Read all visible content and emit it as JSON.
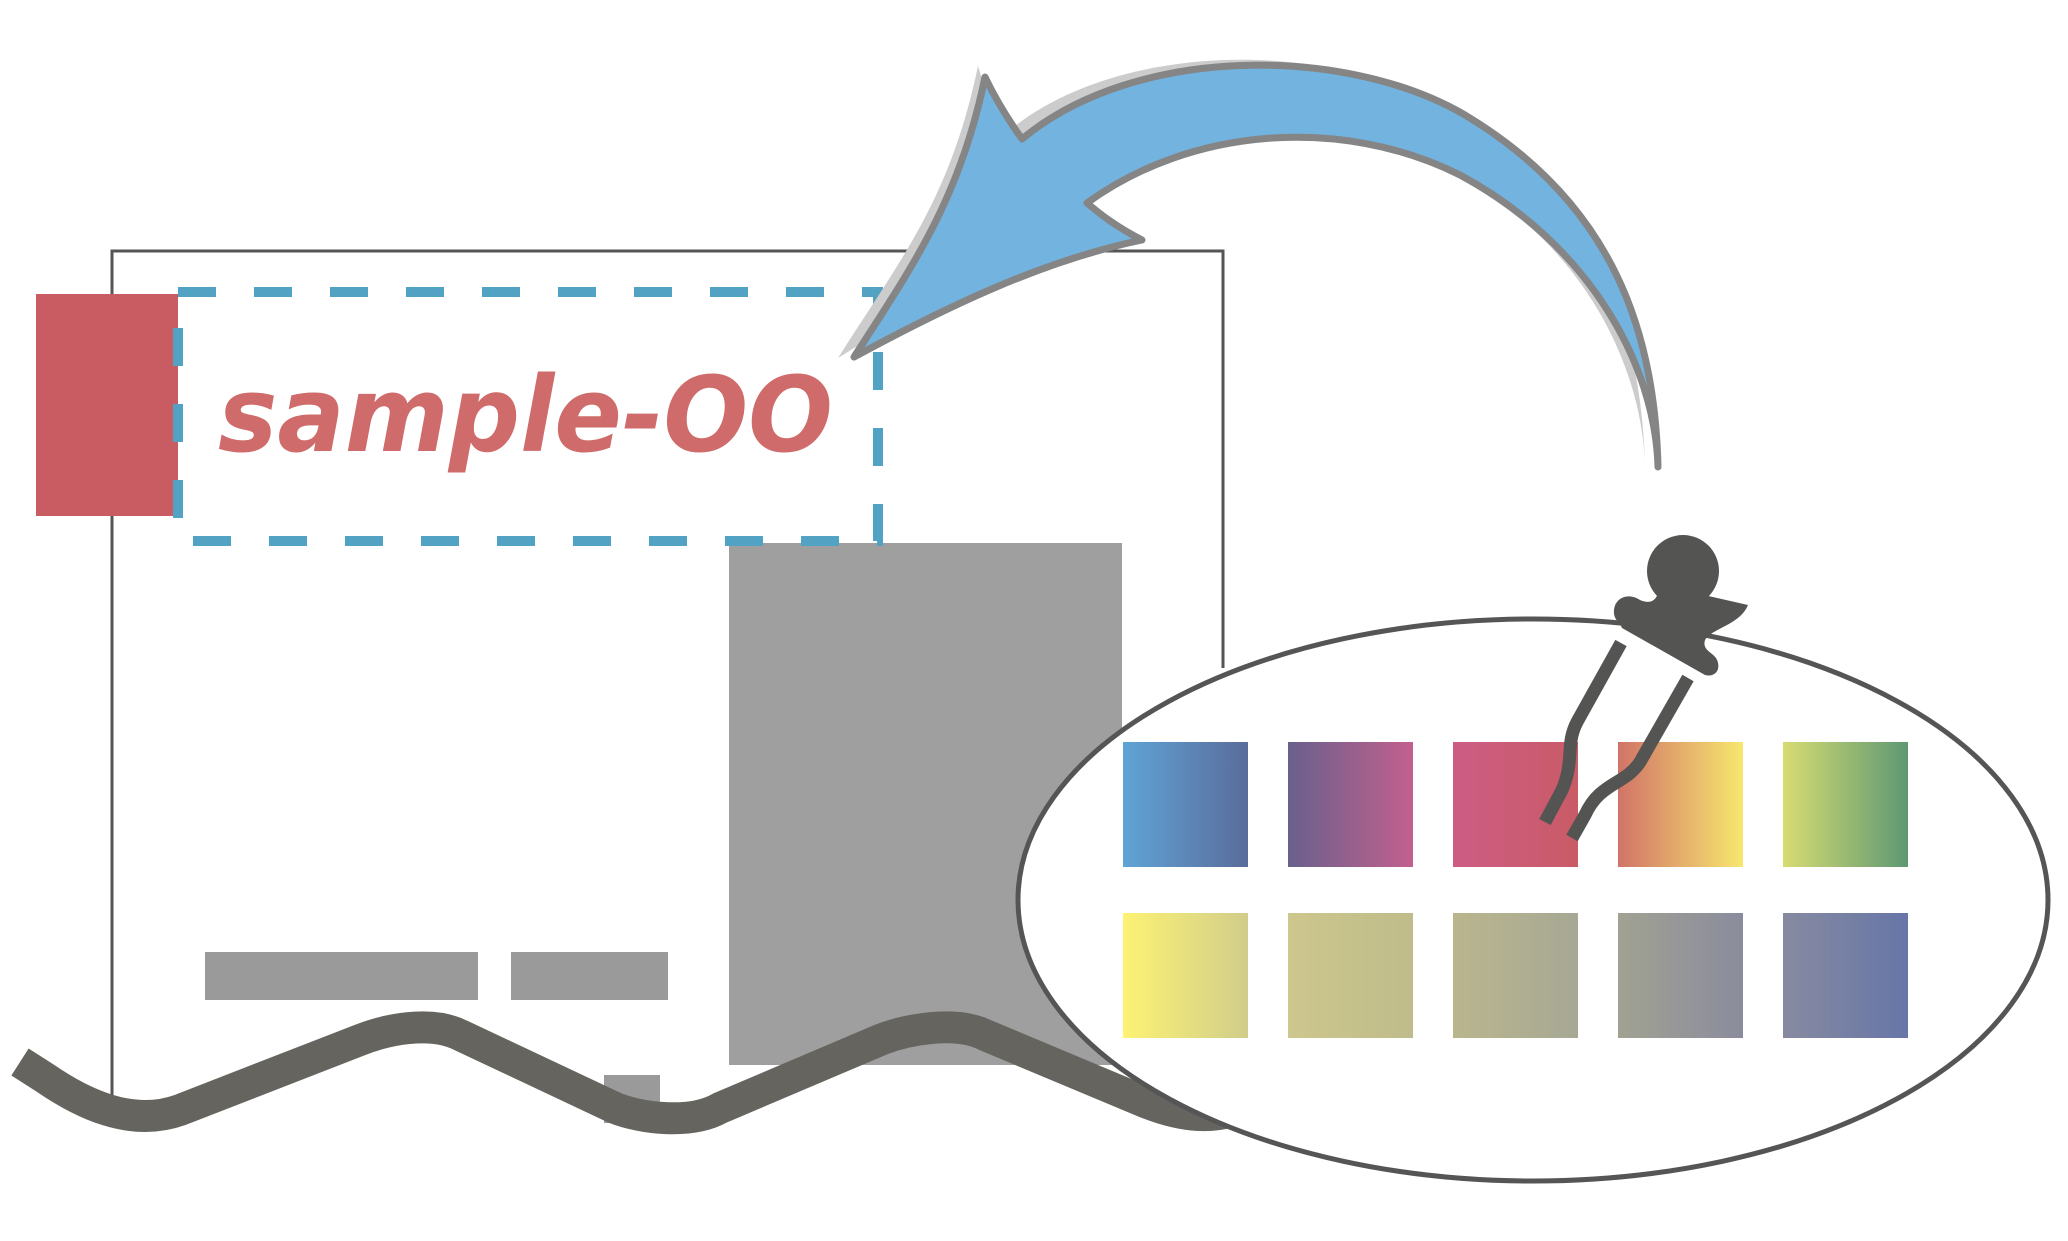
{
  "illustration": {
    "sample_label": "sample-OO",
    "colors": {
      "frame_stroke": "#555555",
      "red_tag": "#c95b62",
      "label_text": "#d06b6b",
      "dashed_box": "#52a3c3",
      "grey_block": "#9f9f9f",
      "grey_bar": "#9a9a9a",
      "wave": "#65645e",
      "arrow_fill": "#72b3df",
      "arrow_stroke": "#858585",
      "arrow_shadow": "#cccccc",
      "ellipse_stroke": "#555555",
      "eyedropper": "#545452"
    },
    "icons": {
      "arrow": "curved-arrow-icon",
      "eyedropper": "eyedropper-icon"
    },
    "palette": {
      "rows": [
        [
          {
            "name": "blue",
            "from": "#5fa4d6",
            "to": "#5a6c9b"
          },
          {
            "name": "purple-pink",
            "from": "#69608c",
            "to": "#c2608d"
          },
          {
            "name": "pink-red",
            "from": "#cd5c85",
            "to": "#c95b66"
          },
          {
            "name": "orange-yellow",
            "from": "#d17468",
            "to": "#f7e76e"
          },
          {
            "name": "lime-green",
            "from": "#d7dc72",
            "to": "#5e9873"
          }
        ],
        [
          {
            "name": "yellow-khaki",
            "from": "#fdf274",
            "to": "#d0cd8b"
          },
          {
            "name": "khaki",
            "from": "#cdc78d",
            "to": "#bfbc8b"
          },
          {
            "name": "olive-grey",
            "from": "#b9b68d",
            "to": "#a7a895"
          },
          {
            "name": "grey",
            "from": "#a1a292",
            "to": "#8a8c9d"
          },
          {
            "name": "slate-blue",
            "from": "#878aa0",
            "to": "#6776a8"
          }
        ]
      ]
    }
  }
}
